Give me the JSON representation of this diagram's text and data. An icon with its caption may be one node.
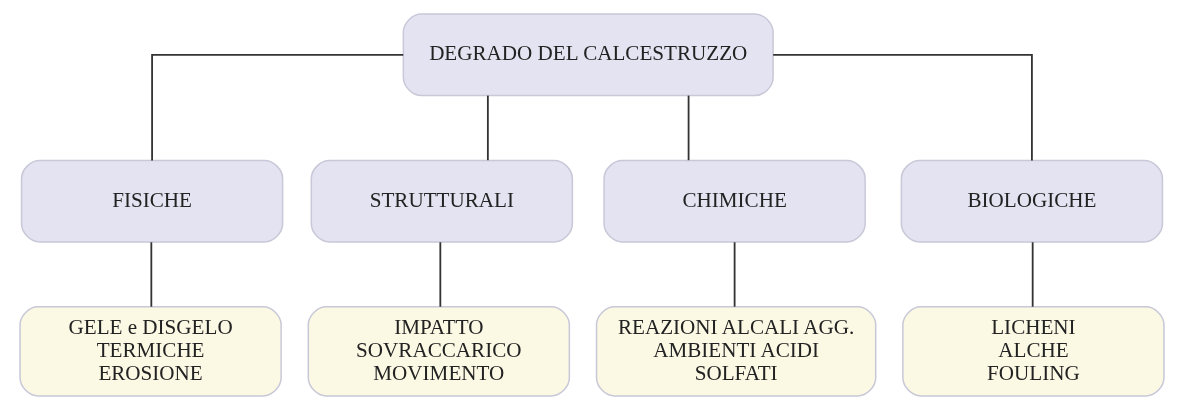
{
  "diagram": {
    "nodes": [
      {
        "text": [
          "DEGRADO DEL CALCESTRUZZO"
        ]
      },
      {
        "text": [
          "FISICHE"
        ]
      },
      {
        "text": [
          "STRUTTURALI"
        ]
      },
      {
        "text": [
          "CHIMICHE"
        ]
      },
      {
        "text": [
          "BIOLOGICHE"
        ]
      },
      {
        "text": [
          "GELE e DISGELO",
          "TERMICHE",
          "EROSIONE"
        ]
      },
      {
        "text": [
          "IMPATTO",
          "SOVRACCARICO",
          "MOVIMENTO"
        ]
      },
      {
        "text": [
          "REAZIONI ALCALI AGG.",
          "AMBIENTI ACIDI",
          "SOLFATI"
        ]
      },
      {
        "text": [
          "LICHENI",
          "ALCHE",
          "FOULING"
        ]
      }
    ],
    "edges": [
      {
        "from": 0,
        "to": 1,
        "arrow": "none"
      },
      {
        "from": 0,
        "to": 2,
        "arrow": "none"
      },
      {
        "from": 0,
        "to": 3,
        "arrow": "none"
      },
      {
        "from": 0,
        "to": 4,
        "arrow": "none"
      },
      {
        "from": 1,
        "to": 5,
        "arrow": "none"
      },
      {
        "from": 2,
        "to": 6,
        "arrow": "none"
      },
      {
        "from": 3,
        "to": 7,
        "arrow": "none"
      },
      {
        "from": 4,
        "to": 8,
        "arrow": "none"
      }
    ]
  }
}
